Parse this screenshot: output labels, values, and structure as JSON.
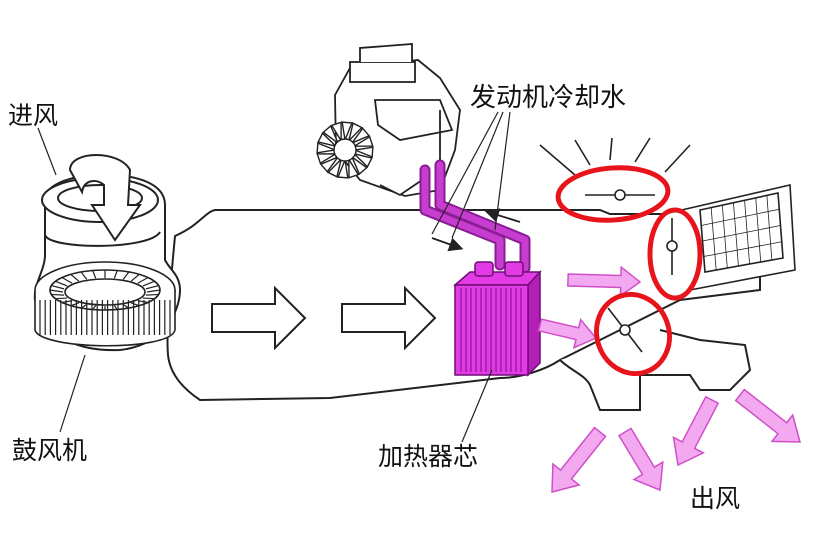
{
  "labels": {
    "intake": "进风",
    "blower": "鼓风机",
    "coolant": "发动机冷却水",
    "heater_core": "加热器芯",
    "outlet": "出风"
  },
  "colors": {
    "heater": "#e23be6",
    "heater_dark": "#b51fb8",
    "pipe": "#c63dd0",
    "airflow": "#f3a9f0",
    "airflow_stroke": "#d04fc9",
    "highlight": "#e8141b",
    "line": "#222222"
  }
}
